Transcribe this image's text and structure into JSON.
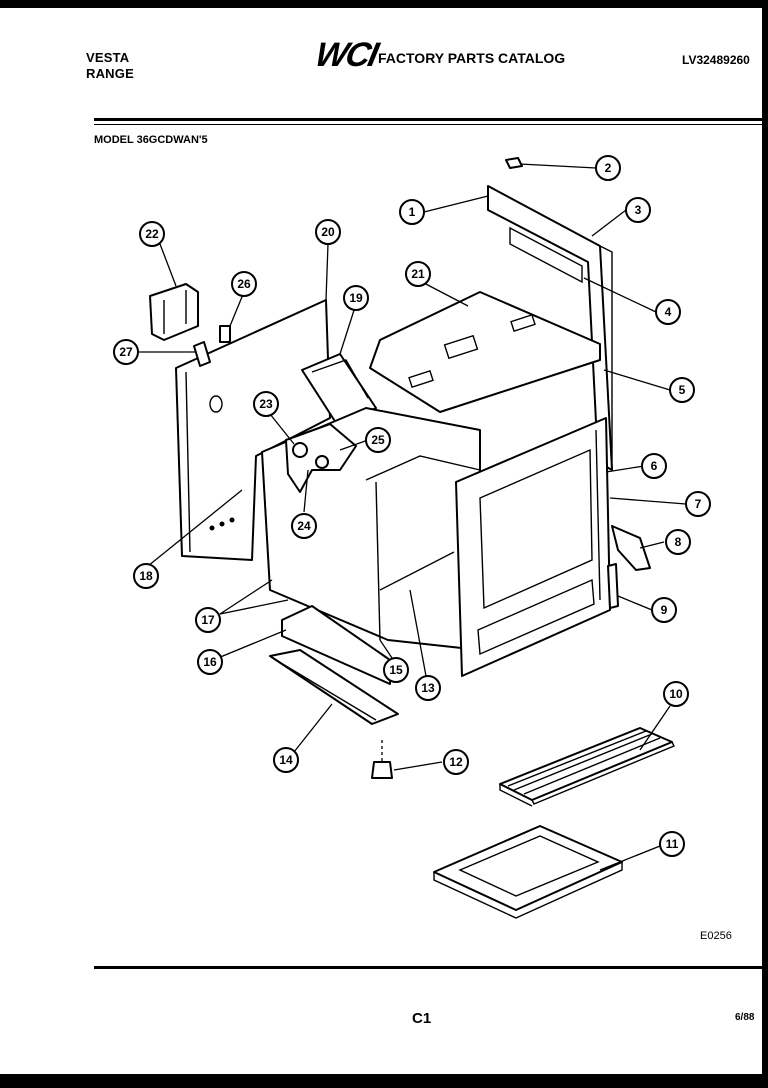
{
  "header": {
    "brand_line1": "VESTA",
    "brand_line2": "RANGE",
    "logo": "WCI",
    "catalog_title": "FACTORY PARTS CATALOG",
    "doc_number": "LV32489260"
  },
  "model": "MODEL 36GCDWAN'5",
  "diagram": {
    "part_callouts": [
      "1",
      "2",
      "3",
      "4",
      "5",
      "6",
      "7",
      "8",
      "9",
      "10",
      "11",
      "12",
      "13",
      "14",
      "15",
      "16",
      "17",
      "18",
      "19",
      "20",
      "21",
      "22",
      "23",
      "24",
      "25",
      "26",
      "27"
    ]
  },
  "footer": {
    "drawing_code": "E0256",
    "page_label": "C1",
    "date": "6/88"
  }
}
